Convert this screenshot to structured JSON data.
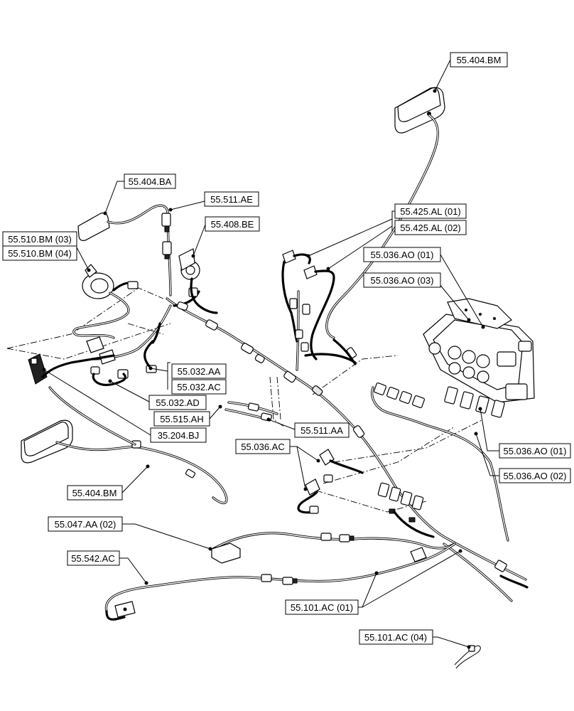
{
  "labels": {
    "l01": "55.404.BM",
    "l02": "55.404.BA",
    "l03": "55.511.AE",
    "l04": "55.408.BE",
    "l05": "55.510.BM (03)",
    "l06": "55.510.BM (04)",
    "l07": "55.425.AL (01)",
    "l08": "55.425.AL (02)",
    "l09": "55.036.AO (01)",
    "l10": "55.036.AO (03)",
    "l11": "55.032.AA",
    "l12": "55.032.AC",
    "l13": "55.032.AD",
    "l14": "55.515.AH",
    "l15": "55.511.AA",
    "l16": "35.204.BJ",
    "l17": "55.036.AC",
    "l18": "55.036.AO (01)",
    "l19": "55.036.AO (02)",
    "l20": "55.404.BM",
    "l21": "55.047.AA (02)",
    "l22": "55.542.AC",
    "l23": "55.101.AC (01)",
    "l24": "55.101.AC (04)"
  }
}
